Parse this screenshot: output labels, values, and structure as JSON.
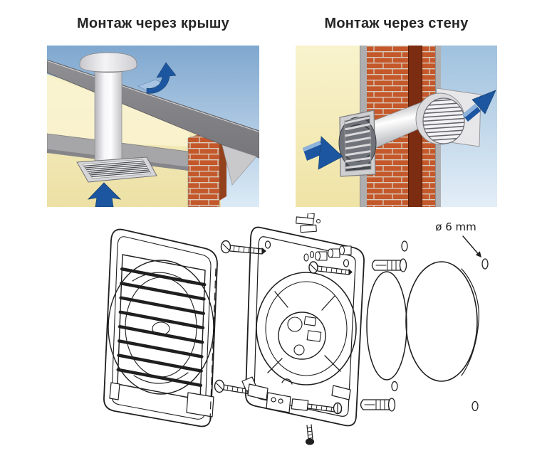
{
  "page": {
    "background": "#ffffff"
  },
  "panels": {
    "roof": {
      "title": "Монтаж через крышу"
    },
    "wall": {
      "title": "Монтаж через стену"
    }
  },
  "exploded": {
    "hole_label": "ø 6 mm"
  },
  "colors": {
    "title_text": "#262626",
    "arrow_blue": "#1d56a0",
    "arrow_blue_light": "#9dbede",
    "sky_top": "#7fa7cf",
    "sky_bottom": "#dcebf6",
    "wall_yellow": "#f4ecba",
    "brick_orange": "#c4582a",
    "roof_gray": "#87878a",
    "line_art": "#1f1f1f"
  }
}
